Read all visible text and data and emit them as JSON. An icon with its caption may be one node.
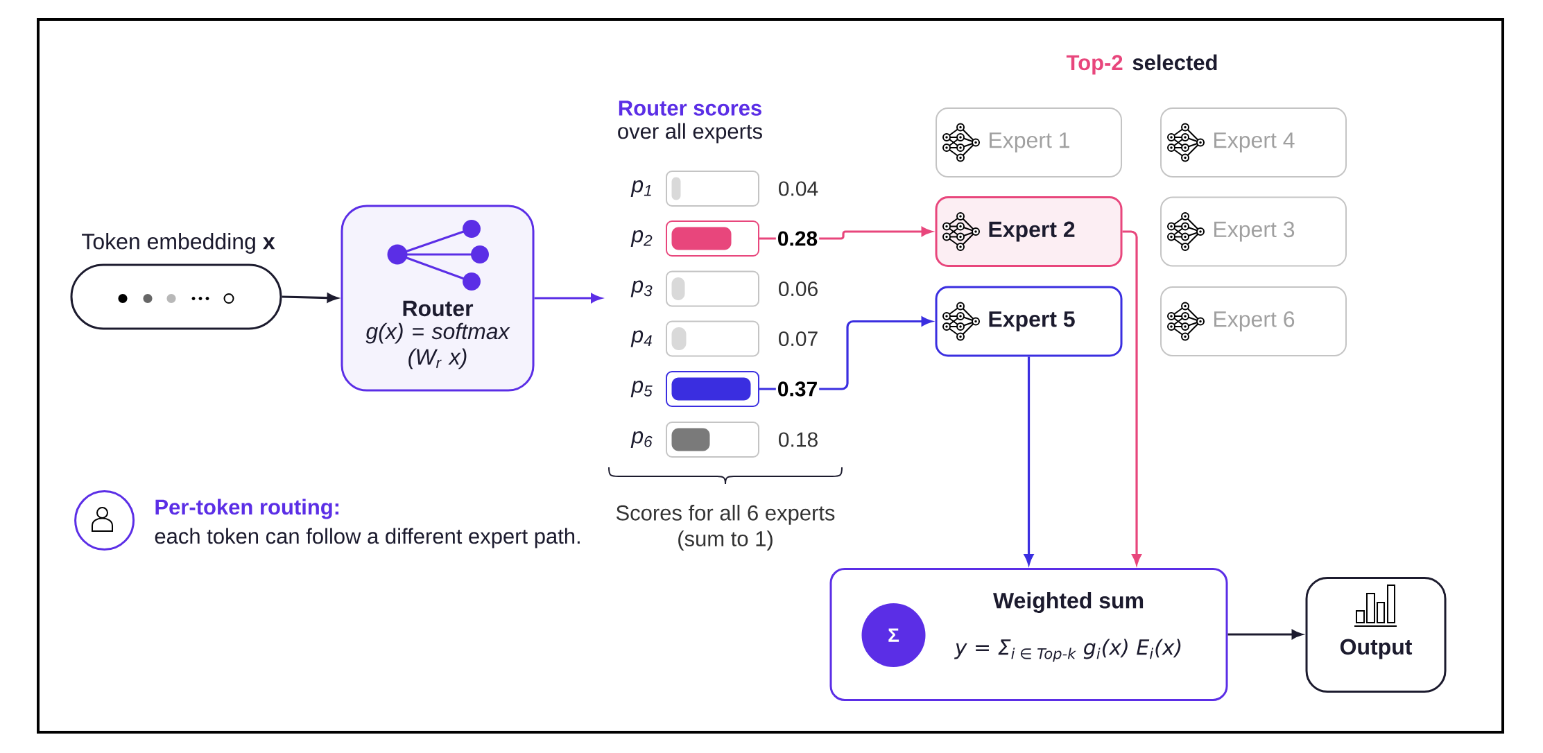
{
  "diagram": {
    "nodes": [
      {
        "text": [
          "Token embedding **x**"
        ]
      },
      {
        "text": [
          "Router",
          "g(x) = softmax (W$_{r}$ x)"
        ]
      },
      {
        "text": [],
        "shape": "bar",
        "beside": [
          "p$_{1}$",
          "0.04"
        ]
      },
      {
        "text": [],
        "shape": "bar",
        "beside": [
          "p$_{2}$"
        ]
      },
      {
        "text": [],
        "shape": "bar",
        "beside": [
          "p$_{3}$",
          "0.06"
        ]
      },
      {
        "text": [],
        "shape": "bar",
        "beside": [
          "p$_{4}$",
          "0.07"
        ]
      },
      {
        "text": [],
        "shape": "bar",
        "beside": [
          "p$_{5}$"
        ]
      },
      {
        "text": [],
        "shape": "bar",
        "beside": [
          "p$_{6}$",
          "0.18"
        ]
      },
      {
        "text": [
          "Expert 1"
        ]
      },
      {
        "text": [
          "Expert 4"
        ]
      },
      {
        "text": [
          "Expert 2"
        ]
      },
      {
        "text": [
          "Expert 3"
        ]
      },
      {
        "text": [
          "Expert 5"
        ]
      },
      {
        "text": [
          "Expert 6"
        ]
      },
      {
        "text": [
          "Weighted sum",
          "y = Σ$_{i ∈ Top-k}$ g$_{i}$(x) E$_{i}$(x)"
        ]
      },
      {
        "text": [
          "Σ"
        ],
        "in": 14
      },
      {
        "text": [
          "Output"
        ]
      }
    ],
    "edges": [
      {
        "from": 0,
        "to": 1,
        "arrow": "to"
      },
      {
        "from": 1,
        "to": null,
        "arrow": "to",
        "color": "#5b2ee6"
      },
      {
        "from": 3,
        "to": 10,
        "arrow": "to",
        "label": "0.28",
        "color": "#e8467c"
      },
      {
        "from": 6,
        "to": 12,
        "arrow": "to",
        "label": "0.37",
        "color": "#3a2ee0"
      },
      {
        "from": 12,
        "to": 14,
        "arrow": "to",
        "color": "#3a2ee0"
      },
      {
        "from": 10,
        "to": 14,
        "arrow": "to",
        "color": "#e8467c"
      },
      {
        "from": 14,
        "to": 16,
        "arrow": "to"
      }
    ],
    "labels": [
      "Top-2",
      "selected",
      "Router scores",
      "over all experts",
      "Per-token routing:",
      "each token can follow a different expert path.",
      "Scores for all 6 experts (sum to 1)"
    ]
  }
}
